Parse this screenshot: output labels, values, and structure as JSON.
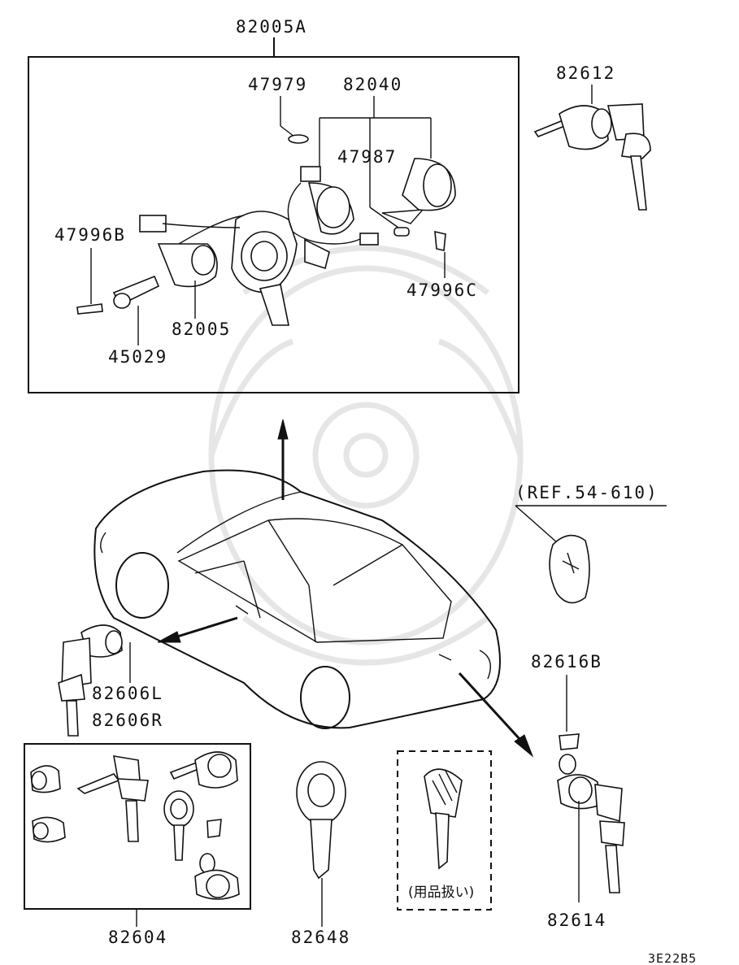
{
  "labels": {
    "assy_top": "82005A",
    "p47979": "47979",
    "p82040": "82040",
    "p47987": "47987",
    "p47996B": "47996B",
    "p47996C": "47996C",
    "p82005": "82005",
    "p45029": "45029",
    "p82612": "82612",
    "ref": "(REF.54-610)",
    "p82606L": "82606L",
    "p82606R": "82606R",
    "p82616B": "82616B",
    "p82614": "82614",
    "p82604": "82604",
    "p82648": "82648",
    "accessory_note": "(用品扱い)",
    "diagram_code": "3E22B5"
  },
  "icons": [
    "ignition-switch-assembly",
    "steering-lock-body",
    "key-cylinder",
    "door-lock-cylinder",
    "trunk-lock-cylinder",
    "key-blank",
    "sedan-car",
    "watermark-emblem"
  ]
}
